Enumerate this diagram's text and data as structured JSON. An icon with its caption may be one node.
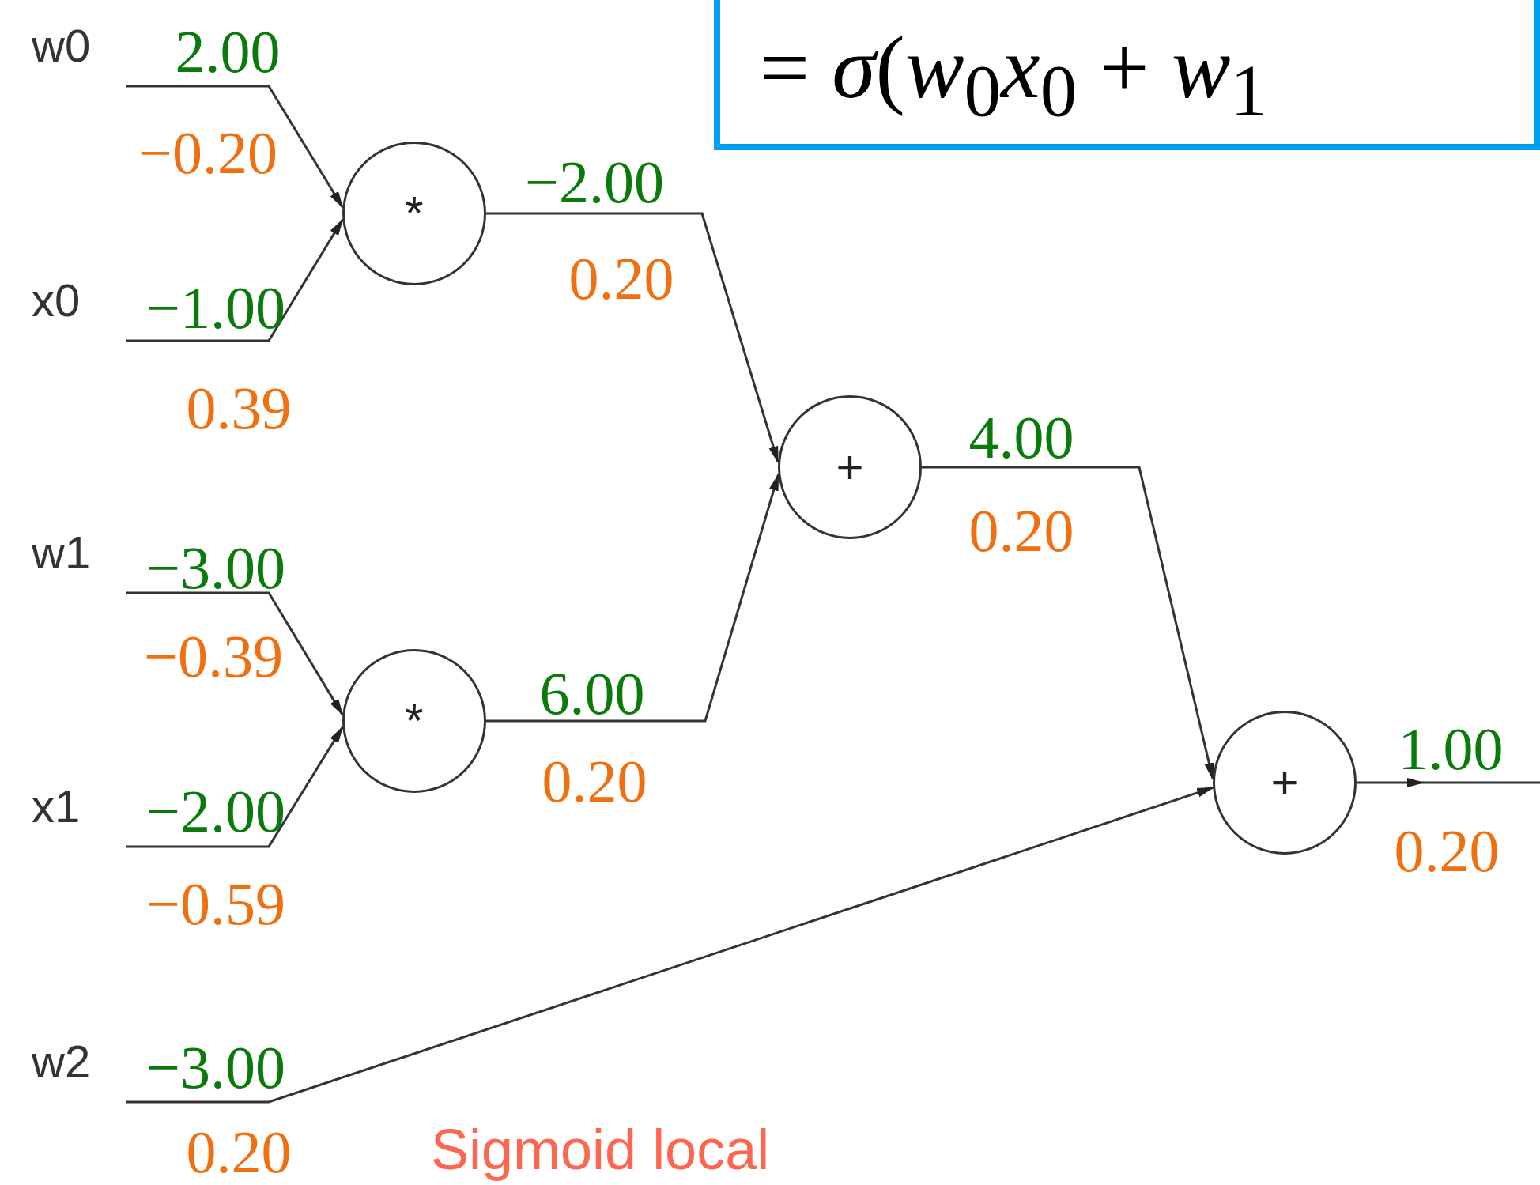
{
  "diagram": {
    "nodes": [
      {
        "text": [
          "= *σ*(*w*$_{0}$*x*$_{0}$ + *w*$_{1}$"
        ]
      },
      {
        "text": [
          "w0"
        ]
      },
      {
        "text": [
          "x0"
        ]
      },
      {
        "text": [
          "w1"
        ]
      },
      {
        "text": [
          "x1"
        ]
      },
      {
        "text": [
          "w2"
        ]
      },
      {
        "text": [
          "*"
        ]
      },
      {
        "text": [
          "*"
        ]
      },
      {
        "text": [
          "+"
        ]
      },
      {
        "text": [
          "+"
        ]
      }
    ],
    "edges": [
      {
        "from": 1,
        "to": 6,
        "arrow": "to",
        "label": "2.00"
      },
      {
        "from": 2,
        "to": 6,
        "arrow": "to",
        "label": "−1.00"
      },
      {
        "from": 6,
        "to": 8,
        "arrow": "to",
        "label": "−2.00"
      },
      {
        "from": 3,
        "to": 7,
        "arrow": "to",
        "label": "−3.00"
      },
      {
        "from": 4,
        "to": 7,
        "arrow": "to",
        "label": "−2.00"
      },
      {
        "from": 7,
        "to": 8,
        "arrow": "to",
        "label": "6.00"
      },
      {
        "from": 8,
        "to": 9,
        "arrow": "to",
        "label": "4.00"
      },
      {
        "from": 5,
        "to": 9,
        "arrow": "to",
        "label": "−3.00"
      },
      {
        "from": 9,
        "to": null,
        "arrow": "to",
        "label": "1.00"
      }
    ],
    "labels": [
      "−0.20",
      "0.20",
      "0.39",
      "0.20",
      "−0.39",
      "0.20",
      "0.20",
      "−0.59",
      "0.20",
      "Sigmoid local"
    ]
  }
}
